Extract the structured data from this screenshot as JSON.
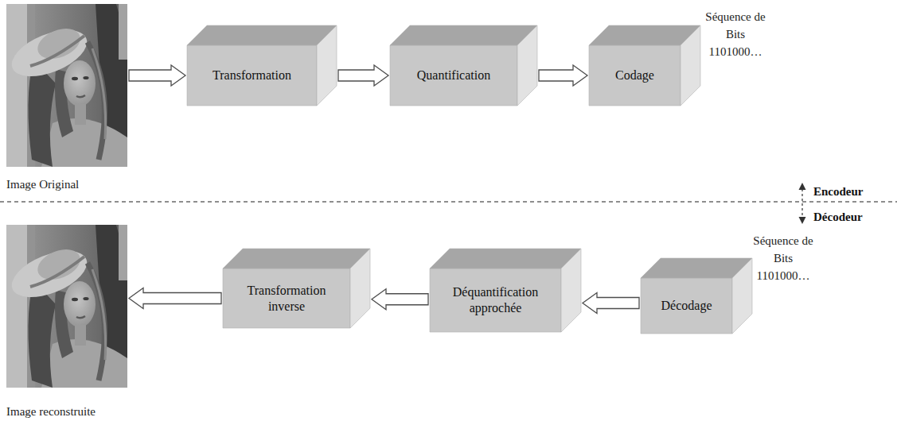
{
  "diagram": {
    "nodes": [
      {
        "text": [
          "Image Original"
        ]
      },
      {
        "text": [
          "Transformation"
        ]
      },
      {
        "text": [
          "Quantification"
        ]
      },
      {
        "text": [
          "Codage"
        ]
      },
      {
        "text": [
          "Image reconstruite"
        ]
      },
      {
        "text": [
          "Transformation inverse"
        ]
      },
      {
        "text": [
          "Déquantification approchée"
        ]
      },
      {
        "text": [
          "Décodage"
        ]
      }
    ],
    "edges": [
      {
        "from": 0,
        "to": 1,
        "arrow": "to"
      },
      {
        "from": 1,
        "to": 2,
        "arrow": "to"
      },
      {
        "from": 2,
        "to": 3,
        "arrow": "to"
      },
      {
        "from": 7,
        "to": 6,
        "arrow": "to"
      },
      {
        "from": 6,
        "to": 5,
        "arrow": "to"
      },
      {
        "from": 5,
        "to": 4,
        "arrow": "to"
      }
    ],
    "labels": [
      "Séquence de Bits 1101000…",
      "Séquence de Bits 1101000…",
      "Encodeur",
      "Décodeur"
    ]
  }
}
